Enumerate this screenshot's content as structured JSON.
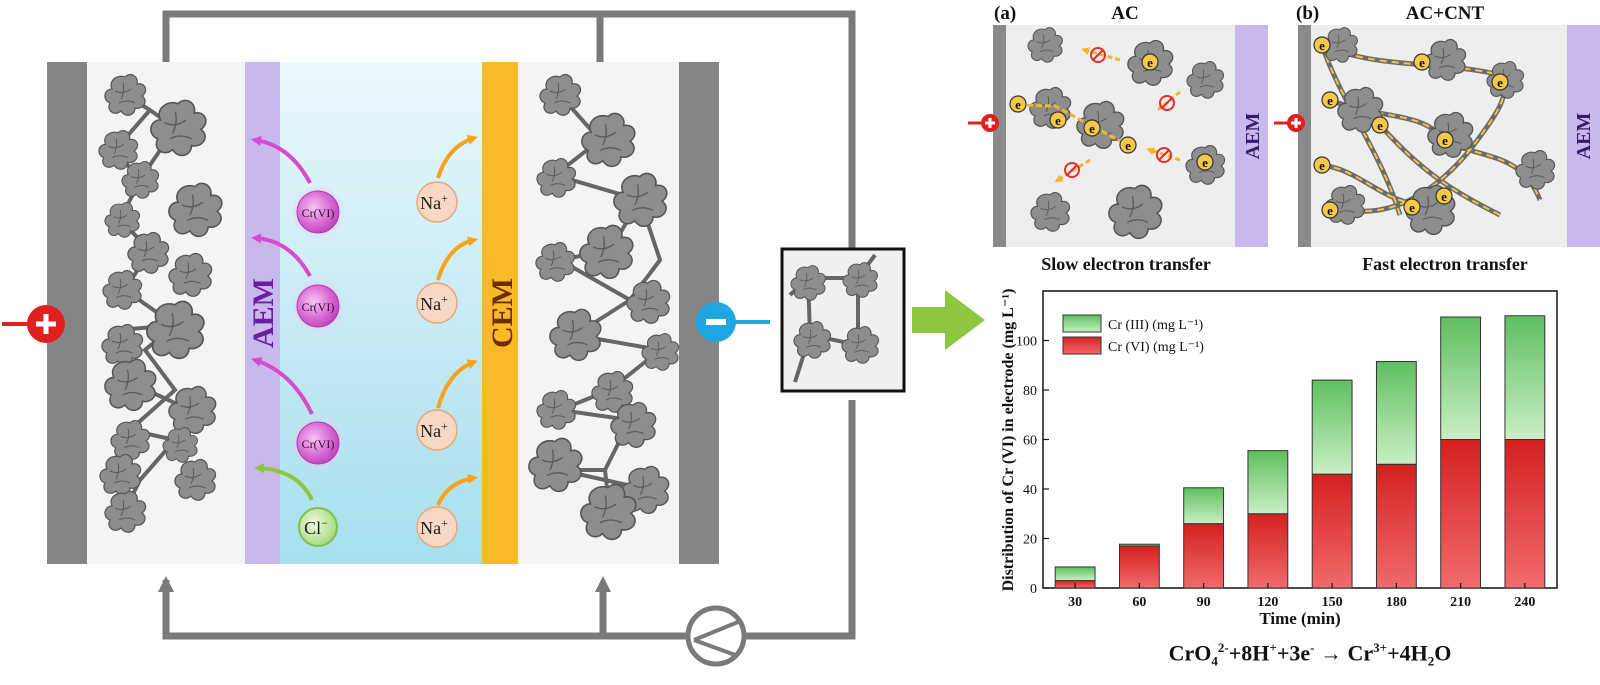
{
  "cell": {
    "aem_label": "AEM",
    "cem_label": "CEM",
    "ions": {
      "cr6": "Cr(VI)",
      "na": "Na",
      "na_charge": "+",
      "cl": "Cl",
      "cl_charge": "−"
    }
  },
  "panel_a": {
    "tag": "(a)",
    "title": "AC",
    "membrane": "AEM",
    "electron": "e",
    "caption": "Slow electron transfer"
  },
  "panel_b": {
    "tag": "(b)",
    "title": "AC+CNT",
    "membrane": "AEM",
    "electron": "e",
    "caption": "Fast electron transfer"
  },
  "equation": {
    "p1": "CrO",
    "sub1": "4",
    "sup1": "2-",
    "p2": "+8H",
    "sup2": "+",
    "p3": "+3e",
    "sup3": "-",
    "p4": " → Cr",
    "sup4": "3+",
    "p5": "+4H",
    "sub5": "2",
    "p6": "O"
  },
  "colors": {
    "electrode": "#808080",
    "aem": "#c9b8ee",
    "cem": "#f7b928",
    "channel_top": "#e6f6fb",
    "channel_bottom": "#a9e1ef",
    "cr6_ion": "#cc55cc",
    "na_ion": "#f7d8c4",
    "cl_ion": "#a6e07a",
    "anode": "#e02020",
    "cathode": "#1ea7e1",
    "arrow_green": "#8dc63f",
    "cr3_bar": "#8ed88e",
    "cr6_bar": "#e83a3a",
    "electron": "#f6c84a"
  },
  "chart_data": {
    "type": "bar",
    "stacked": true,
    "categories": [
      "30",
      "60",
      "90",
      "120",
      "150",
      "180",
      "210",
      "240"
    ],
    "series": [
      {
        "name": "Cr (VI) (mg L⁻¹)",
        "values": [
          3,
          17,
          26,
          30,
          46,
          50,
          60,
          60
        ]
      },
      {
        "name": "Cr (III) (mg L⁻¹)",
        "values": [
          5.5,
          0.7,
          14.5,
          25.5,
          38,
          41.5,
          49.5,
          50
        ]
      }
    ],
    "xlabel": "Time (min)",
    "ylabel": "Distribution of Cr (VI) in electrode (mg L⁻¹)",
    "ylim": [
      0,
      120
    ],
    "yticks": [
      "0",
      "20",
      "40",
      "60",
      "80",
      "100"
    ],
    "legend_position": "top-left",
    "grid": false
  }
}
